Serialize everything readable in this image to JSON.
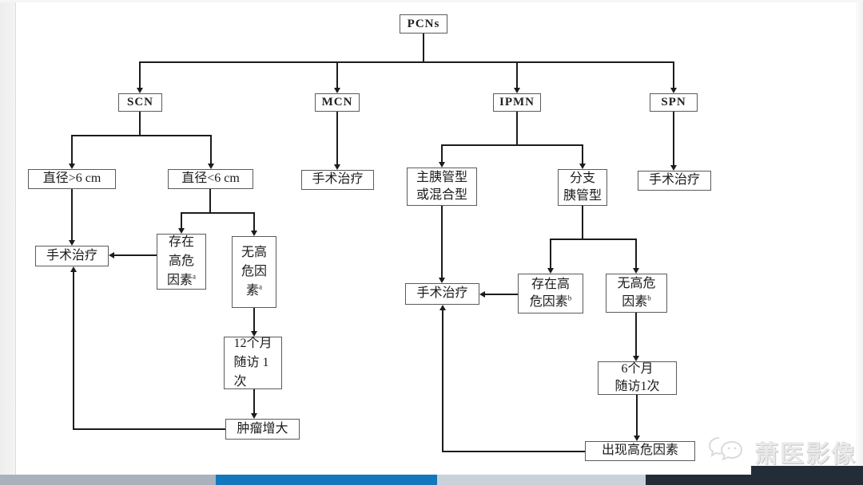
{
  "flowchart": {
    "root": "PCNs",
    "types": {
      "scn": "SCN",
      "mcn": "MCN",
      "ipmn": "IPMN",
      "spn": "SPN"
    },
    "labels": {
      "diameter_gt6": "直径>6 cm",
      "diameter_lt6": "直径<6 cm",
      "surgery": "手术治疗",
      "risk_present_scn": "存在\n高危\n因素",
      "risk_present_scn_sup": "a",
      "risk_absent_scn": "无高\n危因\n素",
      "risk_absent_scn_sup": "a",
      "followup_12m": "12个月\n随访 1\n次",
      "tumor_growth": "肿瘤增大",
      "main_duct_type": "主胰管型\n或混合型",
      "branch_duct_type": "分支\n胰管型",
      "risk_present_ipmn": "存在高\n危因素",
      "risk_present_ipmn_sup": "b",
      "risk_absent_ipmn": "无高危\n因素",
      "risk_absent_ipmn_sup": "b",
      "followup_6m": "6个月\n随访1次",
      "risk_appear": "出现高危因素"
    }
  },
  "watermark": {
    "text": "萧医影像",
    "icon": "wechat-bubbles"
  },
  "colors": {
    "line": "#1c1c1c",
    "box_border": "#5b5b5b",
    "bar_gray": "#a9b1bd",
    "bar_blue": "#1377bd",
    "bar_light_gray": "#c9d1d9",
    "bar_dark_navy": "#232d37"
  }
}
